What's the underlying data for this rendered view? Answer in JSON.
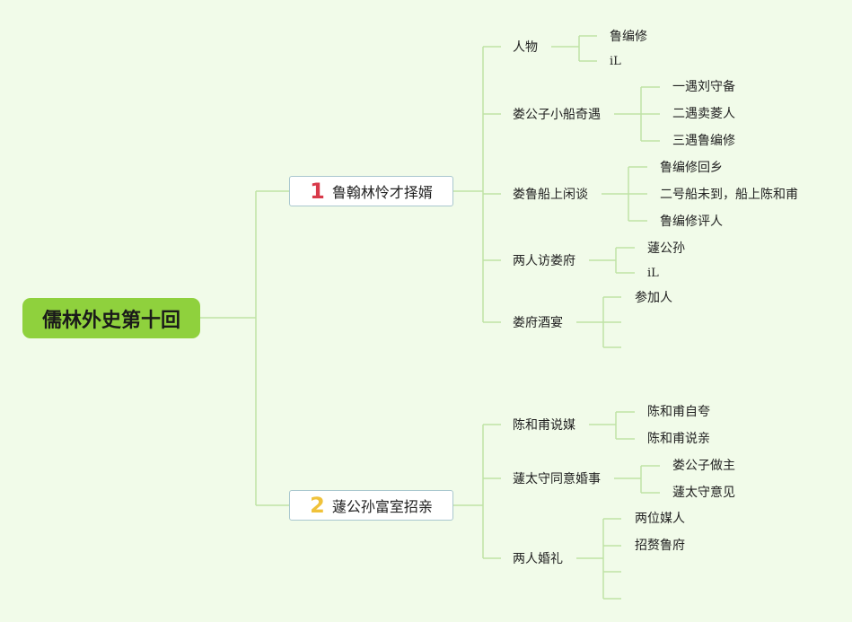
{
  "root": {
    "title": "儒林外史第十回"
  },
  "branches": [
    {
      "number": "1",
      "label": "鲁翰林怜才择婿",
      "topics": [
        {
          "label": "人物",
          "items": [
            "鲁编修",
            "iL"
          ]
        },
        {
          "label": "娄公子小船奇遇",
          "items": [
            "一遇刘守备",
            "二遇卖菱人",
            "三遇鲁编修"
          ]
        },
        {
          "label": "娄鲁船上闲谈",
          "items": [
            "鲁编修回乡",
            "二号船未到，船上陈和甫",
            "鲁编修评人"
          ]
        },
        {
          "label": "两人访娄府",
          "items": [
            "蘧公孙",
            "iL"
          ]
        },
        {
          "label": "娄府酒宴",
          "items": [
            "参加人",
            "",
            ""
          ]
        }
      ]
    },
    {
      "number": "2",
      "label": "蘧公孙富室招亲",
      "topics": [
        {
          "label": "陈和甫说媒",
          "items": [
            "陈和甫自夸",
            "陈和甫说亲"
          ]
        },
        {
          "label": "蘧太守同意婚事",
          "items": [
            "娄公子做主",
            "蘧太守意见"
          ]
        },
        {
          "label": "两人婚礼",
          "items": [
            "两位媒人",
            "招赘鲁府",
            "",
            ""
          ]
        }
      ]
    }
  ],
  "colors": {
    "line": "#bfe3a6",
    "root_bg": "#8fd13d",
    "branch_border": "#a9c7cf",
    "num1": "#d83a4a",
    "num2": "#f0c23a"
  }
}
